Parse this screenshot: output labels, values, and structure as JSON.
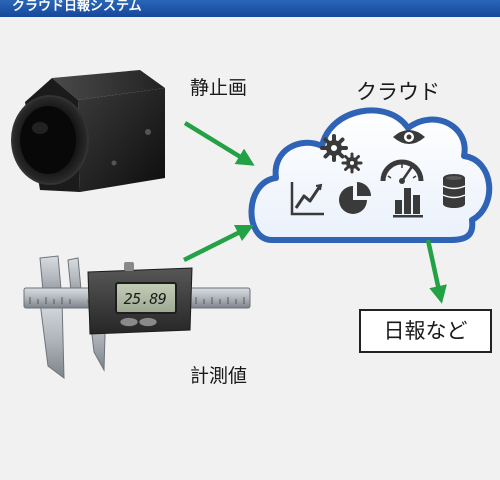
{
  "header": {
    "title": "クラウド日報システム"
  },
  "labels": {
    "still_image": "静止画",
    "cloud": "クラウド",
    "measurement": "計測値",
    "output": "日報など"
  },
  "caliper": {
    "display_value": "25.89"
  },
  "colors": {
    "header_bar": "#1f55a8",
    "arrow": "#22a145",
    "cloud_border": "#2f63b5",
    "cloud_fill": "#ffffff",
    "icon": "#3a3a3a"
  },
  "icons": [
    "camera-icon",
    "caliper-icon",
    "cloud-icon",
    "gears-icon",
    "eye-icon",
    "gauge-icon",
    "line-chart-icon",
    "pie-chart-icon",
    "bar-chart-icon",
    "database-icon"
  ]
}
